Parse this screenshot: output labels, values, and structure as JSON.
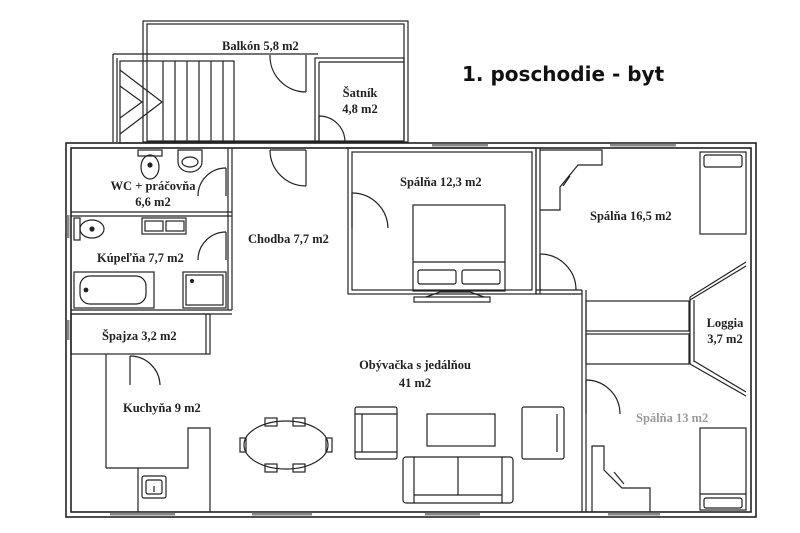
{
  "title": "1. poschodie - byt",
  "colors": {
    "wall": "#222222",
    "window": "#b0b0b0",
    "background": "#ffffff"
  },
  "rooms": {
    "balkon": {
      "name": "Balkón",
      "area": "5,8 m2",
      "label": "Balkón 5,8 m2"
    },
    "satnik": {
      "name": "Šatník",
      "area": "4,8 m2"
    },
    "wc": {
      "name": "WC + práčovňa",
      "area": "6,6 m2"
    },
    "kupelna": {
      "name": "Kúpeľňa",
      "area": "7,7 m2",
      "label": "Kúpeľňa 7,7 m2"
    },
    "chodba": {
      "name": "Chodba",
      "area": "7,7 m2",
      "label": "Chodba 7,7 m2"
    },
    "spalna1": {
      "name": "Spálňa",
      "area": "12,3 m2",
      "label": "Spálňa 12,3 m2"
    },
    "spalna2": {
      "name": "Spálňa",
      "area": "16,5 m2",
      "label": "Spálňa 16,5 m2"
    },
    "spajza": {
      "name": "Špajza",
      "area": "3,2 m2",
      "label": "Špajza 3,2 m2"
    },
    "obyvacka": {
      "name": "Obývačka s jedálňou",
      "area": "41 m2"
    },
    "kuchyna": {
      "name": "Kuchyňa",
      "area": "9 m2",
      "label": "Kuchyňa 9 m2"
    },
    "loggia": {
      "name": "Loggia",
      "area": "3,7 m2"
    },
    "spalna3": {
      "name": "Spálňa",
      "area": "13 m2",
      "label": "Spálňa 13 m2"
    }
  }
}
